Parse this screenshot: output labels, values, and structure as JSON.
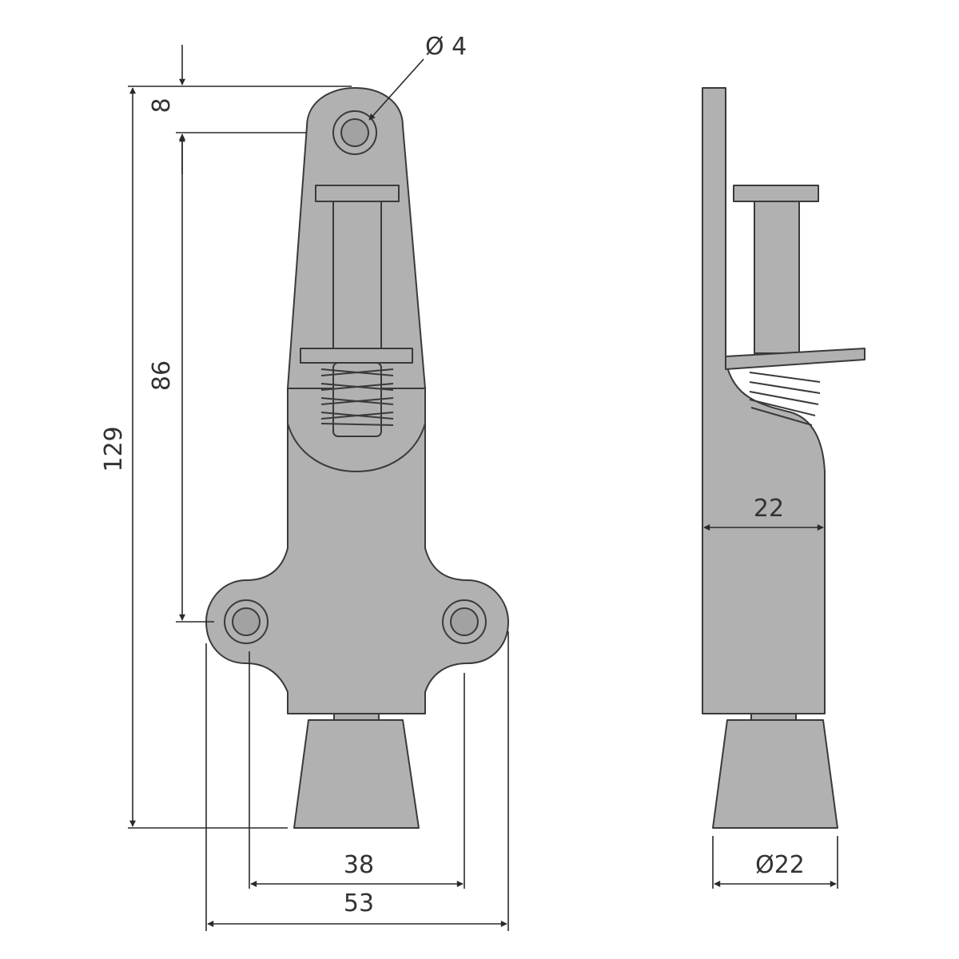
{
  "front_view": {
    "dimensions": {
      "hole_diameter": "Ø 4",
      "top_offset": "8",
      "hole_to_base_holes": "86",
      "overall_height": "129",
      "hole_spacing": "38",
      "overall_width": "53"
    }
  },
  "side_view": {
    "dimensions": {
      "body_depth": "22",
      "foot_diameter": "Ø22"
    }
  },
  "colors": {
    "part_fill": "#b1b1b1",
    "outline": "#3a3a3a",
    "background": "#ffffff"
  }
}
